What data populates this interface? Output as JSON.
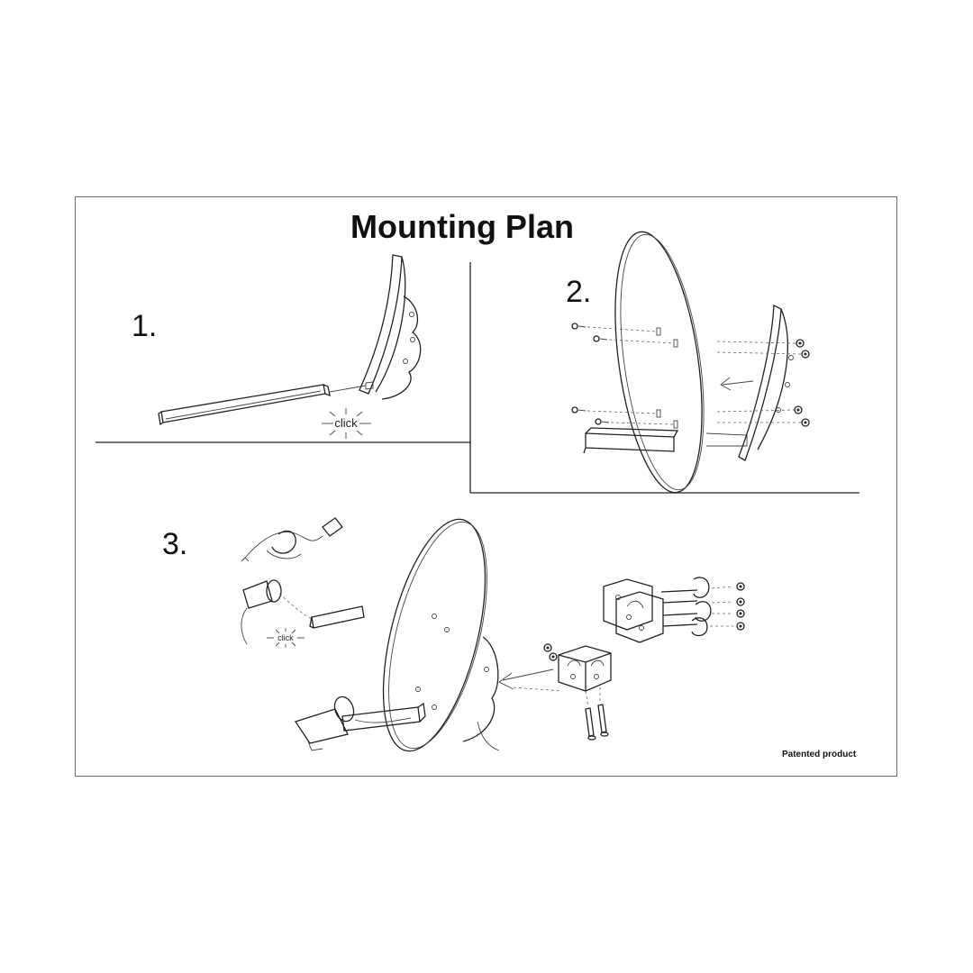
{
  "title": "Mounting Plan",
  "steps": [
    {
      "label": "1."
    },
    {
      "label": "2."
    },
    {
      "label": "3."
    }
  ],
  "click_labels": [
    "click",
    "click"
  ],
  "footer": "Patented product",
  "colors": {
    "line": "#222222",
    "frame": "#6e6e6e",
    "background": "#ffffff"
  }
}
